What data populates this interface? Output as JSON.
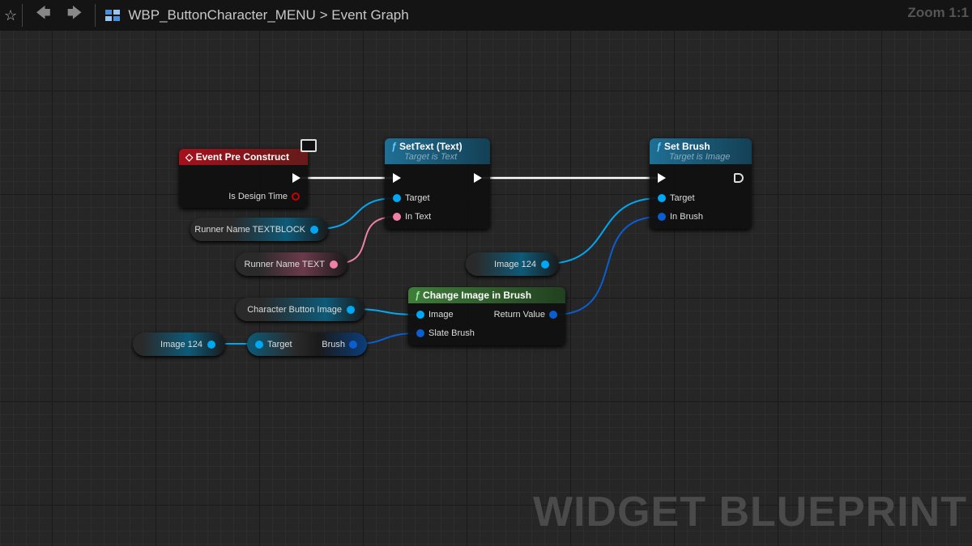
{
  "topbar": {
    "breadcrumb_asset": "WBP_ButtonCharacter_MENU",
    "breadcrumb_sep": ">",
    "breadcrumb_graph": "Event Graph",
    "zoom": "Zoom 1:1"
  },
  "nodes": {
    "event": {
      "title": "Event Pre Construct",
      "pin": "Is Design Time"
    },
    "settext": {
      "title": "SetText (Text)",
      "subtitle": "Target is Text",
      "pins": [
        "Target",
        "In Text"
      ]
    },
    "setbrush": {
      "title": "Set Brush",
      "subtitle": "Target is Image",
      "pins": [
        "Target",
        "In Brush"
      ]
    },
    "change": {
      "title": "Change Image in Brush",
      "pins": [
        "Image",
        "Slate Brush"
      ],
      "out": "Return Value"
    },
    "getbrush": {
      "in": "Target",
      "out": "Brush"
    }
  },
  "variables": [
    "Runner Name TEXTBLOCK",
    "Runner Name TEXT",
    "Image 124",
    "Character Button Image",
    "Image 124"
  ],
  "watermark": "WIDGET BLUEPRINT",
  "colors": {
    "object": "#00a8f4",
    "text": "#f080a8",
    "struct": "#0a5ed0",
    "exec": "#ffffff",
    "bool": "#8c0000"
  }
}
